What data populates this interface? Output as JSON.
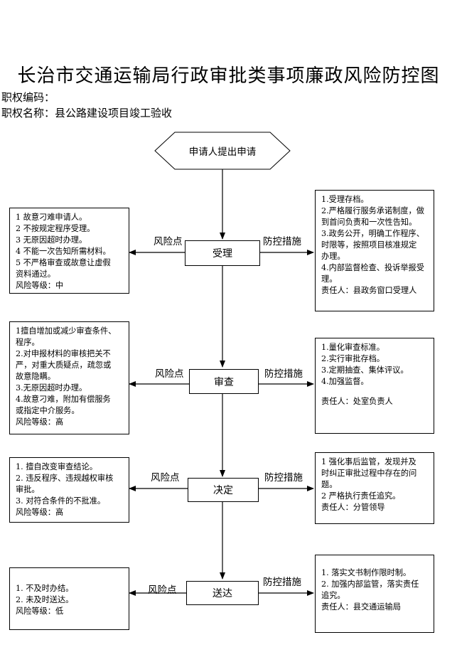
{
  "title": "长治市交通运输局行政审批类事项廉政风险防控图",
  "authority": {
    "code_label": "职权编码：",
    "name_label": "职权名称：",
    "name_value": "县公路建设项目竣工验收"
  },
  "start": {
    "label": "申请人提出申请"
  },
  "labels": {
    "risk": "风险点",
    "measure": "防控措施"
  },
  "steps": [
    {
      "name": "受理",
      "risks": [
        "1 故意刁难申请人。",
        "2 不按规定程序受理。",
        "3 无原因超时办理。",
        "4 不能一次告知所需材料。",
        "5  不严格审查或故意让虚假",
        "资料通过。",
        "风险等级：中"
      ],
      "measures": [
        "1.受理存档。",
        "2.严格履行服务承诺制度，做",
        "到首问负责和一次性告知。",
        "3.政务公开，明确工作程序、",
        "时限等，按照项目核准规定",
        "办理。",
        "4.内部监督检查、投诉举报受",
        "理。",
        "责任人：县政务窗口受理人"
      ]
    },
    {
      "name": "审查",
      "risks": [
        "1擅自增加或减少审查条件、",
        "程序。",
        "2.对申报材料的审核把关不",
        "严，对重大质疑点，疏忽或",
        "故意隐瞒。",
        "3.无原因超时办理。",
        "4.故意刁难，附加有偿服务",
        "或指定中介服务。",
        "风险等级：高"
      ],
      "measures": [
        "1.量化审查标准。",
        "2.实行审批存档。",
        "3.定期抽查、集体评议。",
        "4.加强监督。",
        "",
        "责任人：处室负责人"
      ]
    },
    {
      "name": "决定",
      "risks": [
        "1. 擅自改变审查结论。",
        "2. 违反程序、违规越权审核",
        "审批。",
        "3. 对符合条件的不批准。",
        "风险等级：高"
      ],
      "measures": [
        "1  强化事后监管，发现并及",
        "时纠正审批过程中存在的问",
        "题。",
        "2 严格执行责任追究。",
        "责任人：分管领导"
      ]
    },
    {
      "name": "送达",
      "risks": [
        "1. 不及时办结。",
        "2. 未及时送达。",
        "风险等级：低"
      ],
      "measures": [
        "1. 落实文书制作限时制。",
        "2. 加强内部监管，落实责任",
        "追究。",
        "责任人：县交通运输局"
      ]
    }
  ]
}
